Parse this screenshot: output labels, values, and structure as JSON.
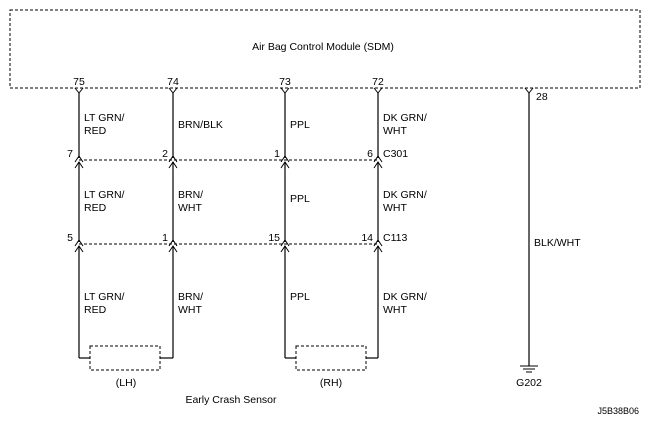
{
  "module": {
    "title": "Air Bag Control Module (SDM)"
  },
  "module_pins": [
    "75",
    "74",
    "73",
    "72"
  ],
  "ground_pin": "28",
  "circuits": [
    {
      "upper_color": [
        "LT GRN/",
        "RED"
      ],
      "c301_pin": "7",
      "mid_color": [
        "LT GRN/",
        "RED"
      ],
      "c113_pin": "5",
      "lower_color": [
        "LT GRN/",
        "RED"
      ]
    },
    {
      "upper_color": [
        "BRN/BLK",
        ""
      ],
      "c301_pin": "2",
      "mid_color": [
        "BRN/",
        "WHT"
      ],
      "c113_pin": "1",
      "lower_color": [
        "BRN/",
        "WHT"
      ]
    },
    {
      "upper_color": [
        "PPL",
        ""
      ],
      "c301_pin": "1",
      "mid_color": [
        "PPL",
        ""
      ],
      "c113_pin": "15",
      "lower_color": [
        "PPL",
        ""
      ]
    },
    {
      "upper_color": [
        "DK GRN/",
        "WHT"
      ],
      "c301_pin": "6",
      "mid_color": [
        "DK GRN/",
        "WHT"
      ],
      "c113_pin": "14",
      "lower_color": [
        "DK GRN/",
        "WHT"
      ]
    }
  ],
  "connectors": {
    "c301": "C301",
    "c113": "C113"
  },
  "ground": {
    "wire_color": "BLK/WHT",
    "name": "G202"
  },
  "sensors": {
    "left": "(LH)",
    "right": "(RH)",
    "title": "Early Crash Sensor"
  },
  "diagram_code": "J5B38B06"
}
